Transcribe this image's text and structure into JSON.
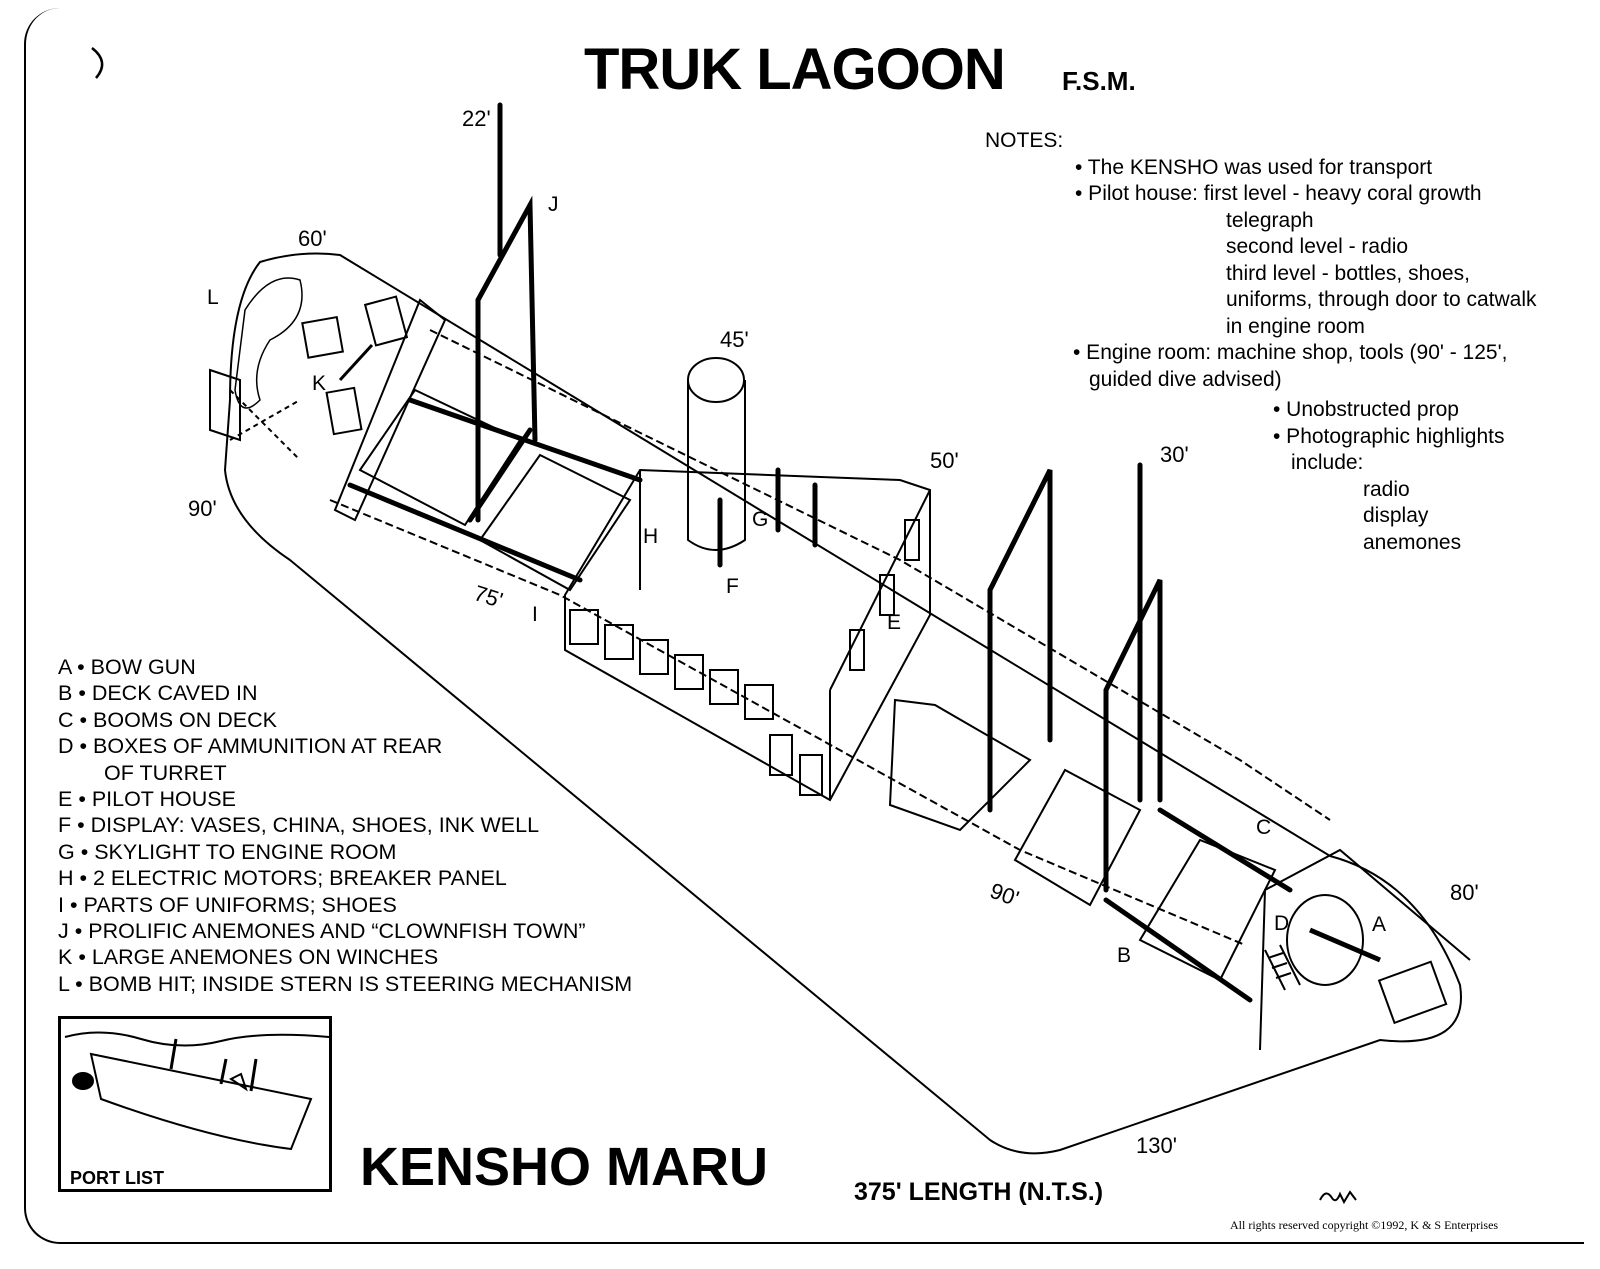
{
  "header": {
    "title": "TRUK LAGOON",
    "subtitle": "F.S.M."
  },
  "notes": [
    "NOTES:",
    "• The KENSHO was used for transport",
    "• Pilot house: first level - heavy coral growth",
    "telegraph",
    "second level - radio",
    "third level - bottles, shoes,",
    "uniforms, through door to catwalk",
    "in engine room",
    "• Engine room: machine shop, tools (90' - 125',",
    "guided dive advised)",
    "• Unobstructed prop",
    "• Photographic highlights",
    "include:",
    "radio",
    "display",
    "anemones"
  ],
  "legend": [
    "A • BOW GUN",
    "B • DECK CAVED IN",
    "C • BOOMS ON DECK",
    "D • BOXES OF AMMUNITION AT REAR",
    "OF TURRET",
    "E • PILOT HOUSE",
    "F • DISPLAY: VASES, CHINA, SHOES, INK WELL",
    "G • SKYLIGHT TO ENGINE ROOM",
    "H • 2 ELECTRIC MOTORS; BREAKER PANEL",
    "I • PARTS OF UNIFORMS; SHOES",
    "J • PROLIFIC ANEMONES AND “CLOWNFISH TOWN”",
    "K • LARGE ANEMONES ON WINCHES",
    "L • BOMB HIT; INSIDE STERN IS STEERING MECHANISM"
  ],
  "depths": {
    "d22": "22'",
    "d60": "60'",
    "d45": "45'",
    "d90a": "90'",
    "d75": "75'",
    "d50": "50'",
    "d30": "30'",
    "d90b": "90'",
    "d80": "80'",
    "d130": "130'"
  },
  "letters": {
    "A": "A",
    "B": "B",
    "C": "C",
    "D": "D",
    "E": "E",
    "F": "F",
    "G": "G",
    "H": "H",
    "I": "I",
    "J": "J",
    "K": "K",
    "L": "L"
  },
  "inset": {
    "label": "PORT LIST"
  },
  "footer": {
    "ship_name": "KENSHO MARU",
    "length": "375' LENGTH (N.T.S.)",
    "copyright": "All rights reserved copyright ©1992, K & S Enterprises"
  }
}
